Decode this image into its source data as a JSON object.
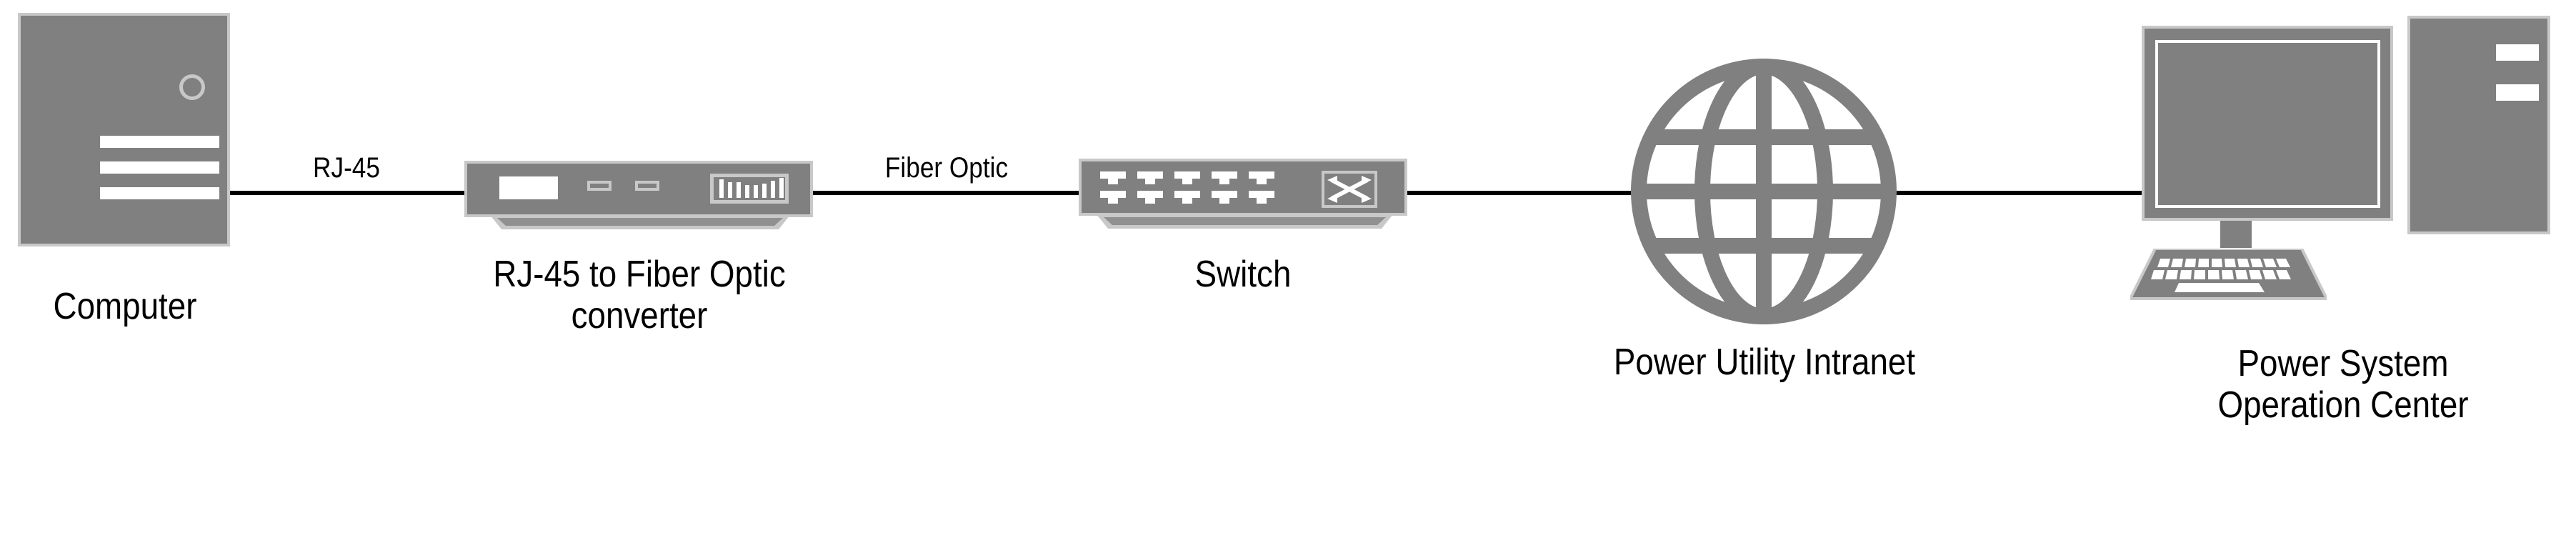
{
  "diagram": {
    "title": "Power system communication network diagram",
    "palette": {
      "device_fill": "#808080",
      "device_edge": "#c8c8c8",
      "accent_white": "#ffffff",
      "wire": "#000000",
      "background": "#ffffff"
    },
    "nodes": [
      {
        "id": "computer",
        "label": "Computer",
        "icon": "desktop-tower-icon"
      },
      {
        "id": "converter",
        "label": "RJ-45 to Fiber Optic\nconverter",
        "icon": "media-converter-icon"
      },
      {
        "id": "switch",
        "label": "Switch",
        "icon": "network-switch-icon"
      },
      {
        "id": "intranet",
        "label": "Power Utility Intranet",
        "icon": "globe-icon"
      },
      {
        "id": "opcenter",
        "label": "Power System\nOperation Center",
        "icon": "workstation-icon"
      }
    ],
    "links": [
      {
        "from": "computer",
        "to": "converter",
        "label": "RJ-45"
      },
      {
        "from": "converter",
        "to": "switch",
        "label": "Fiber Optic"
      },
      {
        "from": "switch",
        "to": "intranet",
        "label": ""
      },
      {
        "from": "intranet",
        "to": "opcenter",
        "label": ""
      }
    ],
    "labels": {
      "computer": "Computer",
      "converter_line1": "RJ-45 to Fiber Optic",
      "converter_line2": "converter",
      "switch": "Switch",
      "intranet": "Power Utility Intranet",
      "opcenter_line1": "Power System",
      "opcenter_line2": "Operation Center",
      "link_rj45": "RJ-45",
      "link_fiber": "Fiber Optic"
    },
    "switch_detail": {
      "port_rows": 2,
      "port_columns": 5,
      "port_total": 10,
      "badge_icon": "crossing-arrows-icon"
    },
    "converter_detail": {
      "indicator_leds": 2,
      "vent_bars": 8,
      "port_blocks": 1
    },
    "globe_detail": {
      "meridians": 3,
      "parallels": 3
    }
  }
}
